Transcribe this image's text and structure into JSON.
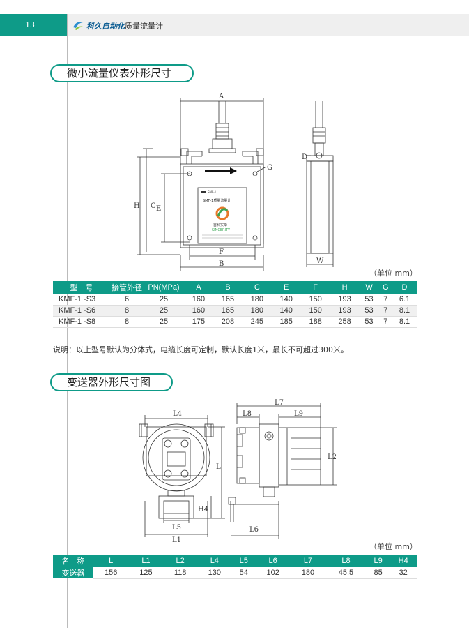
{
  "header": {
    "page_number": "13",
    "brand": "科久自动化",
    "subtitle": "质量流量计"
  },
  "section1": {
    "title": "微小流量仪表外形尺寸",
    "drawing_labels": {
      "A": "A",
      "B": "B",
      "C": "C",
      "D": "D",
      "E": "E",
      "F": "F",
      "G": "G",
      "H": "H",
      "W": "W"
    },
    "nameplate": {
      "model_line": "SMF-1质量流量计",
      "brand_cn": "首科实华",
      "brand_en": "SINCERITY"
    },
    "unit": "（单位 mm）",
    "table": {
      "headers": [
        "型　号",
        "接管外径",
        "PN(MPa)",
        "A",
        "B",
        "C",
        "E",
        "F",
        "H",
        "W",
        "G",
        "D"
      ],
      "rows": [
        [
          "KMF-1 -S3",
          "6",
          "25",
          "160",
          "165",
          "180",
          "140",
          "150",
          "193",
          "53",
          "7",
          "6.1"
        ],
        [
          "KMF-1 -S6",
          "8",
          "25",
          "160",
          "165",
          "180",
          "140",
          "150",
          "193",
          "53",
          "7",
          "8.1"
        ],
        [
          "KMF-1 -S8",
          "8",
          "25",
          "175",
          "208",
          "245",
          "185",
          "188",
          "258",
          "53",
          "7",
          "8.1"
        ]
      ]
    },
    "note": "说明：以上型号默认为分体式，电缆长度可定制，默认长度1米，最长不可超过300米。"
  },
  "section2": {
    "title": "变送器外形尺寸图",
    "drawing_labels": {
      "L": "L",
      "L1": "L1",
      "L2": "L2",
      "L4": "L4",
      "L5": "L5",
      "L6": "L6",
      "L7": "L7",
      "L8": "L8",
      "L9": "L9",
      "H4": "H4"
    },
    "unit": "（单位 mm）",
    "table": {
      "headers": [
        "名　称",
        "L",
        "L1",
        "L2",
        "L4",
        "L5",
        "L6",
        "L7",
        "L8",
        "L9",
        "H4"
      ],
      "row_label": "变送器",
      "values": [
        "156",
        "125",
        "118",
        "130",
        "54",
        "102",
        "180",
        "45.5",
        "85",
        "32"
      ]
    }
  },
  "colors": {
    "accent": "#0e9b88",
    "header_bar": "#efefef"
  }
}
